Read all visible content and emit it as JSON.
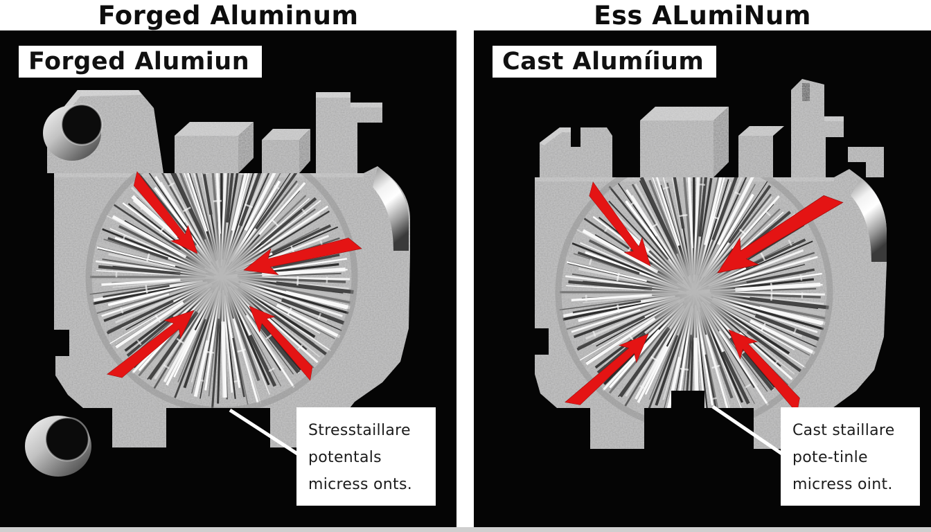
{
  "page": {
    "background": "#ffffff",
    "panel_background": "#050505",
    "divider_color": "#ffffff",
    "bottom_strip_color": "#cfcfcf"
  },
  "colors": {
    "metal": "#a8a8a8",
    "metal_light": "#cfcfcf",
    "metal_dark": "#858585",
    "arrow_red": "#e41414",
    "header_text": "#0d0d0d",
    "label_text": "#111111",
    "callout_text": "#1c1c1c"
  },
  "panels": [
    {
      "header": "Forged Aluminum",
      "label": "Forged Alumiun",
      "callout_lines": [
        "Stresstaillare",
        "potentals",
        "micress onts."
      ]
    },
    {
      "header": "Ess ALumiNum",
      "label": "Cast Alumíium",
      "callout_lines": [
        "Cast staillare",
        "pote-tinle",
        "micress oint."
      ]
    }
  ]
}
